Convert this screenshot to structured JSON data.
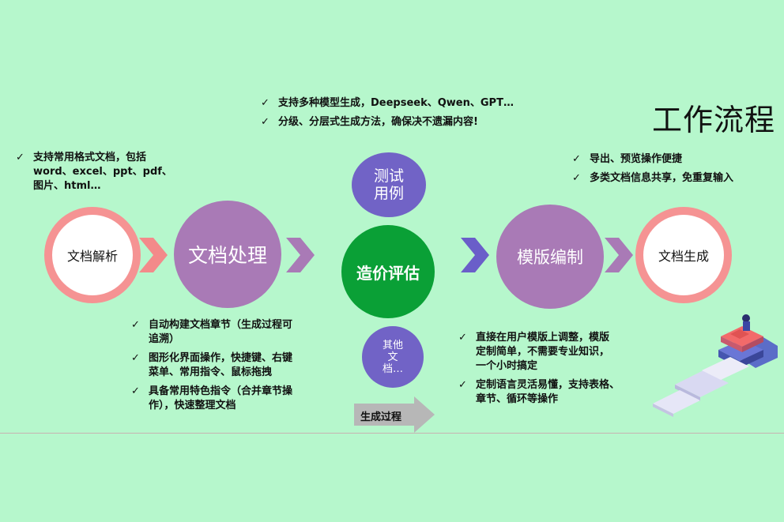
{
  "title": "工作流程",
  "top_bullets": [
    "支持多种模型生成，Deepseek、Qwen、GPT…",
    "分级、分层式生成方法，确保决不遗漏内容!"
  ],
  "left_bullets": [
    "支持常用格式文档，包括\nword、excel、ppt、pdf、\n图片、html…"
  ],
  "right_top_bullets": [
    "导出、预览操作便捷",
    "多类文档信息共享，免重复输入"
  ],
  "bottom_left_bullets": [
    "自动构建文档章节（生成过程可\n追溯）",
    "图形化界面操作，快捷键、右键\n菜单、常用指令、鼠标拖拽",
    "具备常用特色指令（合并章节操\n作），快速整理文档"
  ],
  "bottom_right_bullets": [
    "直接在用户模版上调整，模版\n定制简单，不需要专业知识，\n一个小时搞定",
    "定制语言灵活易懂，支持表格、\n章节、循环等操作"
  ],
  "nodes": {
    "parse": "文档解析",
    "process": "文档处理",
    "test": "测试\n用例",
    "cost": "造价评估",
    "other": "其他\n文\n档…",
    "template": "模版编制",
    "generate": "文档生成"
  },
  "process_arrow_label": "生成过程",
  "check_symbol": "✓",
  "colors": {
    "background": "#b6f7cc",
    "ring": "#f59393",
    "purple": "#a97ab6",
    "blue": "#7163c6",
    "green": "#0aa036",
    "chevron_pink": "#f38a8a",
    "chevron_purple": "#a97ab6",
    "chevron_blue": "#6a5ec9"
  }
}
